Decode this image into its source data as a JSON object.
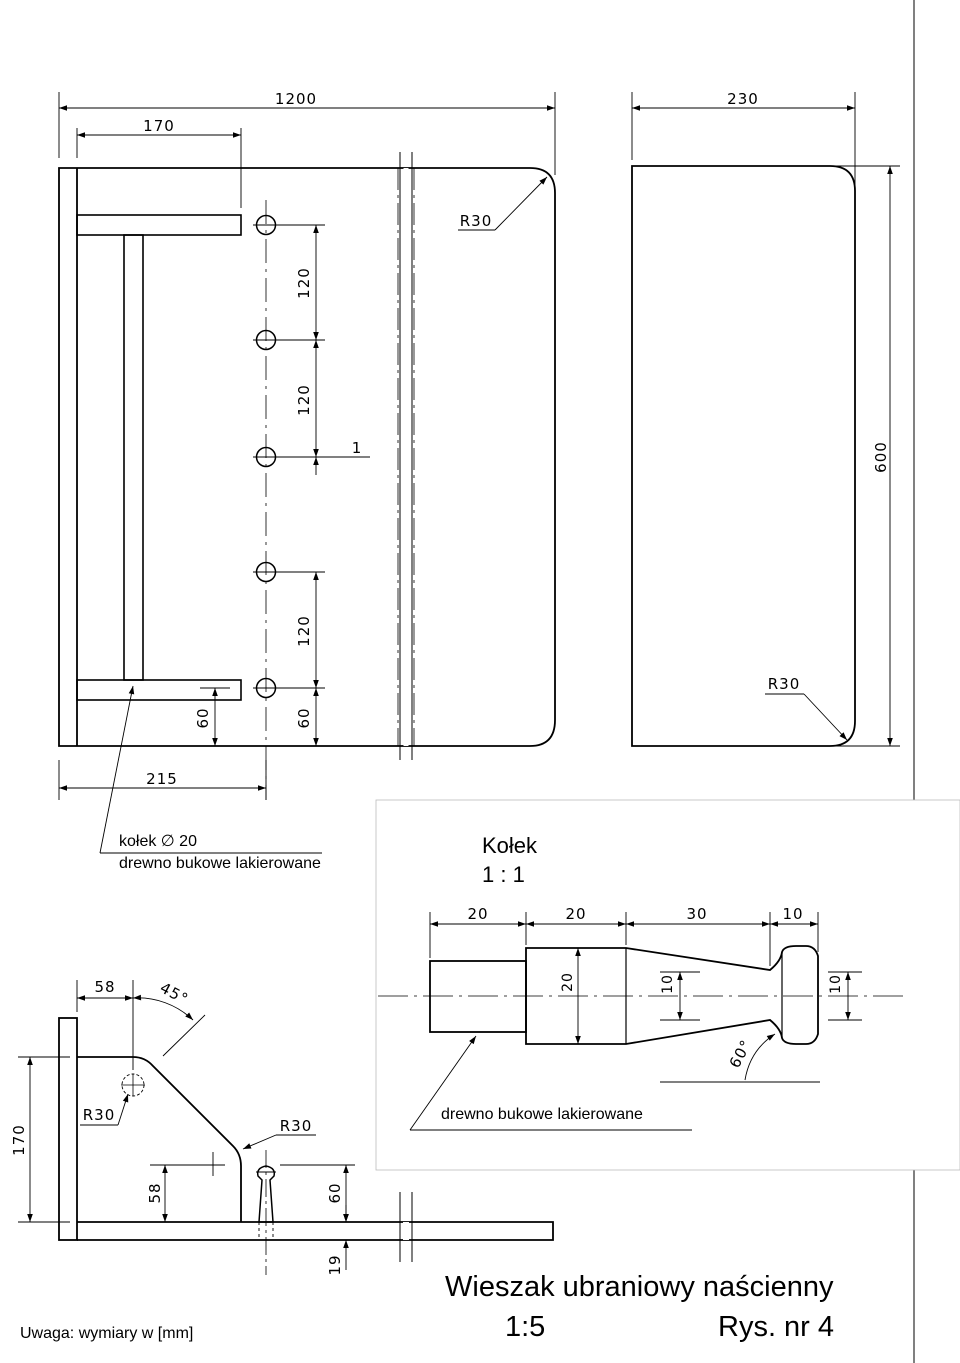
{
  "dimensions": {
    "d1200": "1200",
    "d170_top": "170",
    "d230": "230",
    "d120_a": "120",
    "d120_b": "120",
    "d1": "1",
    "d600": "600",
    "d120_c": "120",
    "d60_a": "60",
    "d60_b": "60",
    "d215": "215",
    "r30_front": "R30",
    "r30_side": "R30",
    "d58_top": "58",
    "a45": "45°",
    "d170_side": "170",
    "r30_bracket_a": "R30",
    "r30_bracket_b": "R30",
    "d58_side": "58",
    "d60_side": "60",
    "d19": "19"
  },
  "labels": {
    "peg_callout_line1": "kołek ∅ 20",
    "peg_callout_line2": "drewno bukowe lakierowane"
  },
  "peg_detail": {
    "title": "Kołek",
    "scale": "1 : 1",
    "dims": [
      "20",
      "20",
      "30",
      "10"
    ],
    "d_shank": "20",
    "d_cone": "10",
    "d_head": "10",
    "angle": "60°",
    "material": "drewno bukowe lakierowane"
  },
  "title_block": {
    "title": "Wieszak ubraniowy naścienny",
    "scale": "1:5",
    "drawing_no": "Rys. nr 4",
    "note": "Uwaga: wymiary w [mm]"
  }
}
